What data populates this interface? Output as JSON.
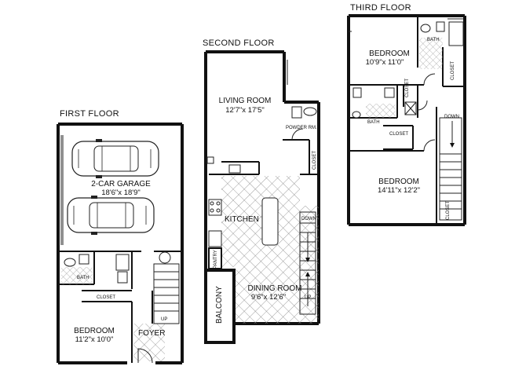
{
  "floors": {
    "first": {
      "title": "FIRST FLOOR",
      "garage": {
        "name": "2-CAR GARAGE",
        "dims": "18'6\"x 18'9\""
      },
      "bath": "BATH",
      "closet": "CLOSET",
      "bedroom": {
        "name": "BEDROOM",
        "dims": "11'2\"x 10'0\""
      },
      "foyer": "FOYER",
      "stair_mark": "UP"
    },
    "second": {
      "title": "SECOND FLOOR",
      "living": {
        "name": "LIVING ROOM",
        "dims": "12'7\"x 17'5\""
      },
      "powder": "POWDER RM.",
      "closet": "CLOSET",
      "kitchen": "KITCHEN",
      "pantry": "PANTRY",
      "dining": {
        "name": "DINING ROOM",
        "dims": "9'6\"x 12'6\""
      },
      "balcony": "BALCONY",
      "down": "DOWN",
      "up": "UP"
    },
    "third": {
      "title": "THIRD FLOOR",
      "bedroom1": {
        "name": "BEDROOM",
        "dims": "10'9\"x 11'0\""
      },
      "bath1": "BATH",
      "closet1": "CLOSET",
      "closet2": "CLOSET",
      "bath2": "BATH",
      "closet3": "CLOSET",
      "down": "DOWN",
      "bedroom2": {
        "name": "BEDROOM",
        "dims": "14'11\"x 12'2\""
      },
      "closet4": "CLOSET"
    }
  }
}
